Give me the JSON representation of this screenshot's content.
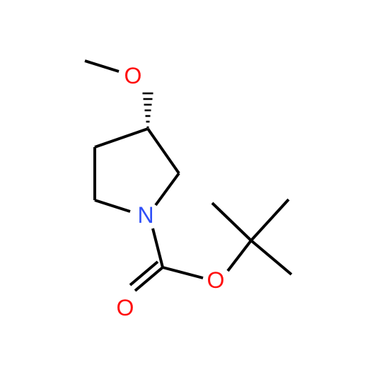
{
  "molecule": {
    "atoms": {
      "methoxy_oxygen": {
        "symbol": "O",
        "color": "#FF0D0D"
      },
      "ring_nitrogen": {
        "symbol": "N",
        "color": "#3050F8"
      },
      "carbonyl_oxygen": {
        "symbol": "O",
        "color": "#FF0D0D"
      },
      "ester_oxygen": {
        "symbol": "O",
        "color": "#FF0D0D"
      }
    },
    "bond_color": "#000000",
    "stereo_bond": "hashed-wedge"
  }
}
